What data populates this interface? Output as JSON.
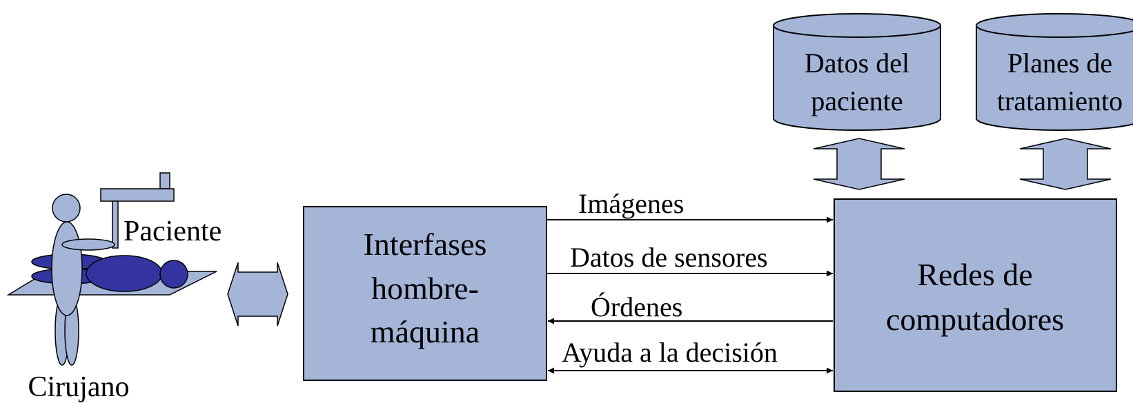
{
  "colors": {
    "box_fill": "#a4b5d8",
    "patient_fill": "#3334a0",
    "stroke": "#000000",
    "background": "#ffffff"
  },
  "surgeon": {
    "label": "Cirujano"
  },
  "patient": {
    "label": "Paciente"
  },
  "hmi_box": {
    "line1": "Interfases",
    "line2": "hombre-",
    "line3": "máquina"
  },
  "network_box": {
    "line1": "Redes de",
    "line2": "computadores"
  },
  "database_patient": {
    "line1": "Datos del",
    "line2": "paciente"
  },
  "database_plans": {
    "line1": "Planes de",
    "line2": "tratamiento"
  },
  "flows": {
    "images": "Imágenes",
    "sensor_data": "Datos de sensores",
    "orders": "Órdenes",
    "decision_help": "Ayuda a la decisión"
  }
}
